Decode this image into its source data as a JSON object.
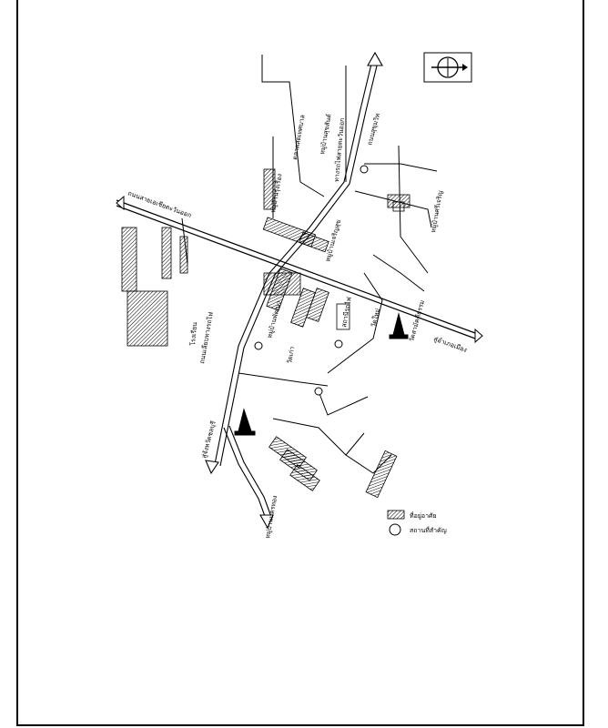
{
  "map": {
    "road_labels": [
      "ถนนสายเอเชียตะวันออก",
      "สู่อำเภอเมือง",
      "สู่จังหวัดชลบุรี",
      "ถนนสุขุมวิท",
      "ถนนเลียบทางรถไฟ",
      "ทางรถไฟสายตะวันออก"
    ],
    "place_labels": [
      "หมู่บ้านรุ่งเรือง",
      "ตลาดสดเทศบาล",
      "หมู่บ้านสุขสันต์",
      "หมู่บ้านเจริญสุข",
      "วัดสามัคคีธรรม",
      "หมู่บ้านศรีเจริญ",
      "หมู่บ้านพัฒนา",
      "สถานีรถไฟ",
      "วัดใหม่",
      "วัดเก่า",
      "หมู่บ้านนครทอง",
      "โรงเรียน"
    ],
    "legend": {
      "items": [
        {
          "symbol": "hatched-rect",
          "label": "ที่อยู่อาศัย"
        },
        {
          "symbol": "circle",
          "label": "สถานที่สำคัญ"
        }
      ]
    },
    "north_arrow": {
      "icon": "north-arrow-icon"
    }
  }
}
